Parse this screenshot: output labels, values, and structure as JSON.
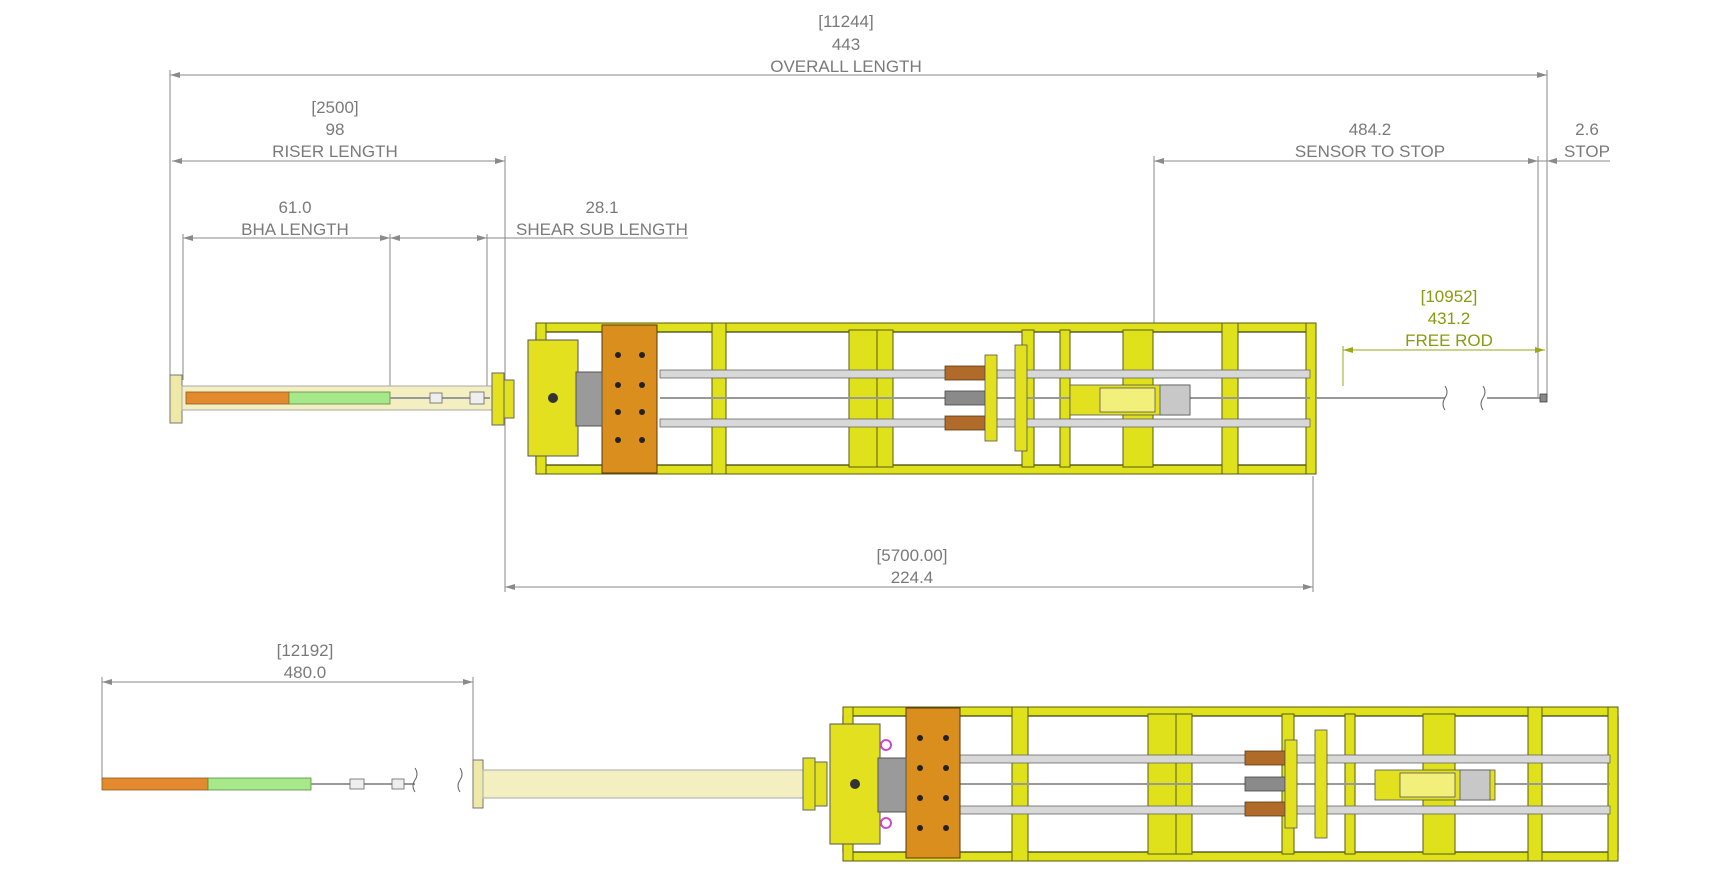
{
  "top_view": {
    "overall": {
      "metric": "[11244]",
      "imperial": "443",
      "label": "OVERALL LENGTH"
    },
    "riser": {
      "metric": "[2500]",
      "imperial": "98",
      "label": "RISER LENGTH"
    },
    "bha": {
      "imperial": "61.0",
      "label": "BHA LENGTH"
    },
    "shear_sub": {
      "imperial": "28.1",
      "label": "SHEAR SUB LENGTH"
    },
    "sensor_to_stop": {
      "imperial": "484.2",
      "label": "SENSOR TO STOP"
    },
    "stop": {
      "imperial": "2.6",
      "label": "STOP"
    },
    "free_rod": {
      "metric": "[10952]",
      "imperial": "431.2",
      "label": "FREE ROD"
    },
    "frame_length": {
      "metric": "[5700.00]",
      "imperial": "224.4"
    }
  },
  "bottom_view": {
    "length": {
      "metric": "[12192]",
      "imperial": "480.0"
    }
  },
  "colors": {
    "frame_yellow": "#dfe21a",
    "plate_orange": "#d98e1e",
    "section_orange": "#e38a2e",
    "section_green": "#a6e88a",
    "free_rod_dim": "#9aa818",
    "dimension_gray": "#8a8a8a",
    "lifting_eye": "#d048d0"
  }
}
